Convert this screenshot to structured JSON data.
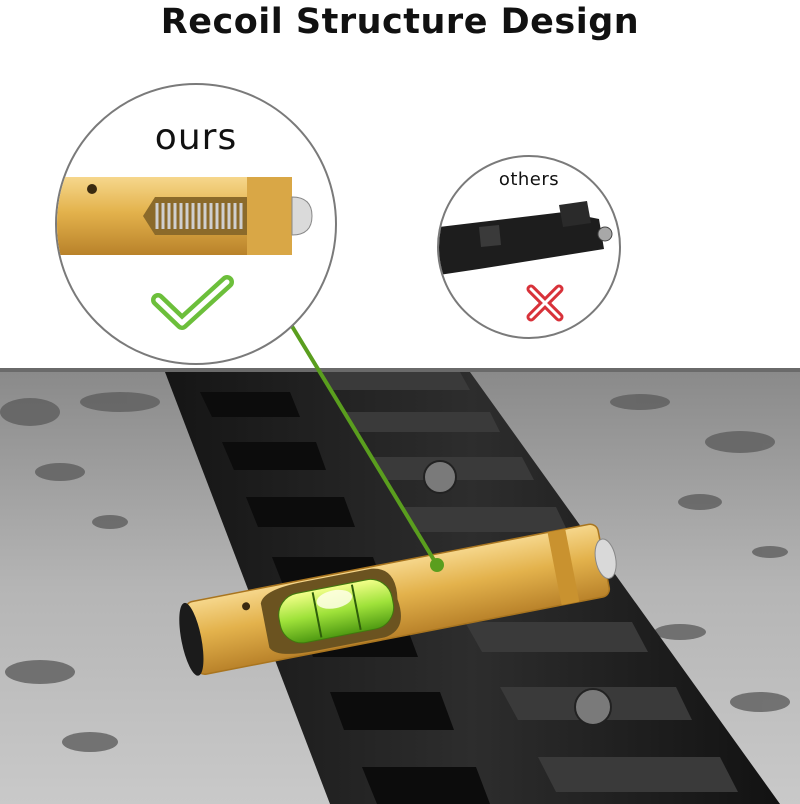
{
  "title": "Recoil Structure Design",
  "callouts": {
    "ours": {
      "label": "ours",
      "verdict": "check-icon"
    },
    "others": {
      "label": "others",
      "verdict": "cross-icon"
    }
  },
  "colors": {
    "gold": "#e3b24c",
    "check_green": "#6cbf3b",
    "cross_red": "#d8323a",
    "connector_green": "#5a9e1e",
    "rail_black": "#1c1c1c"
  }
}
